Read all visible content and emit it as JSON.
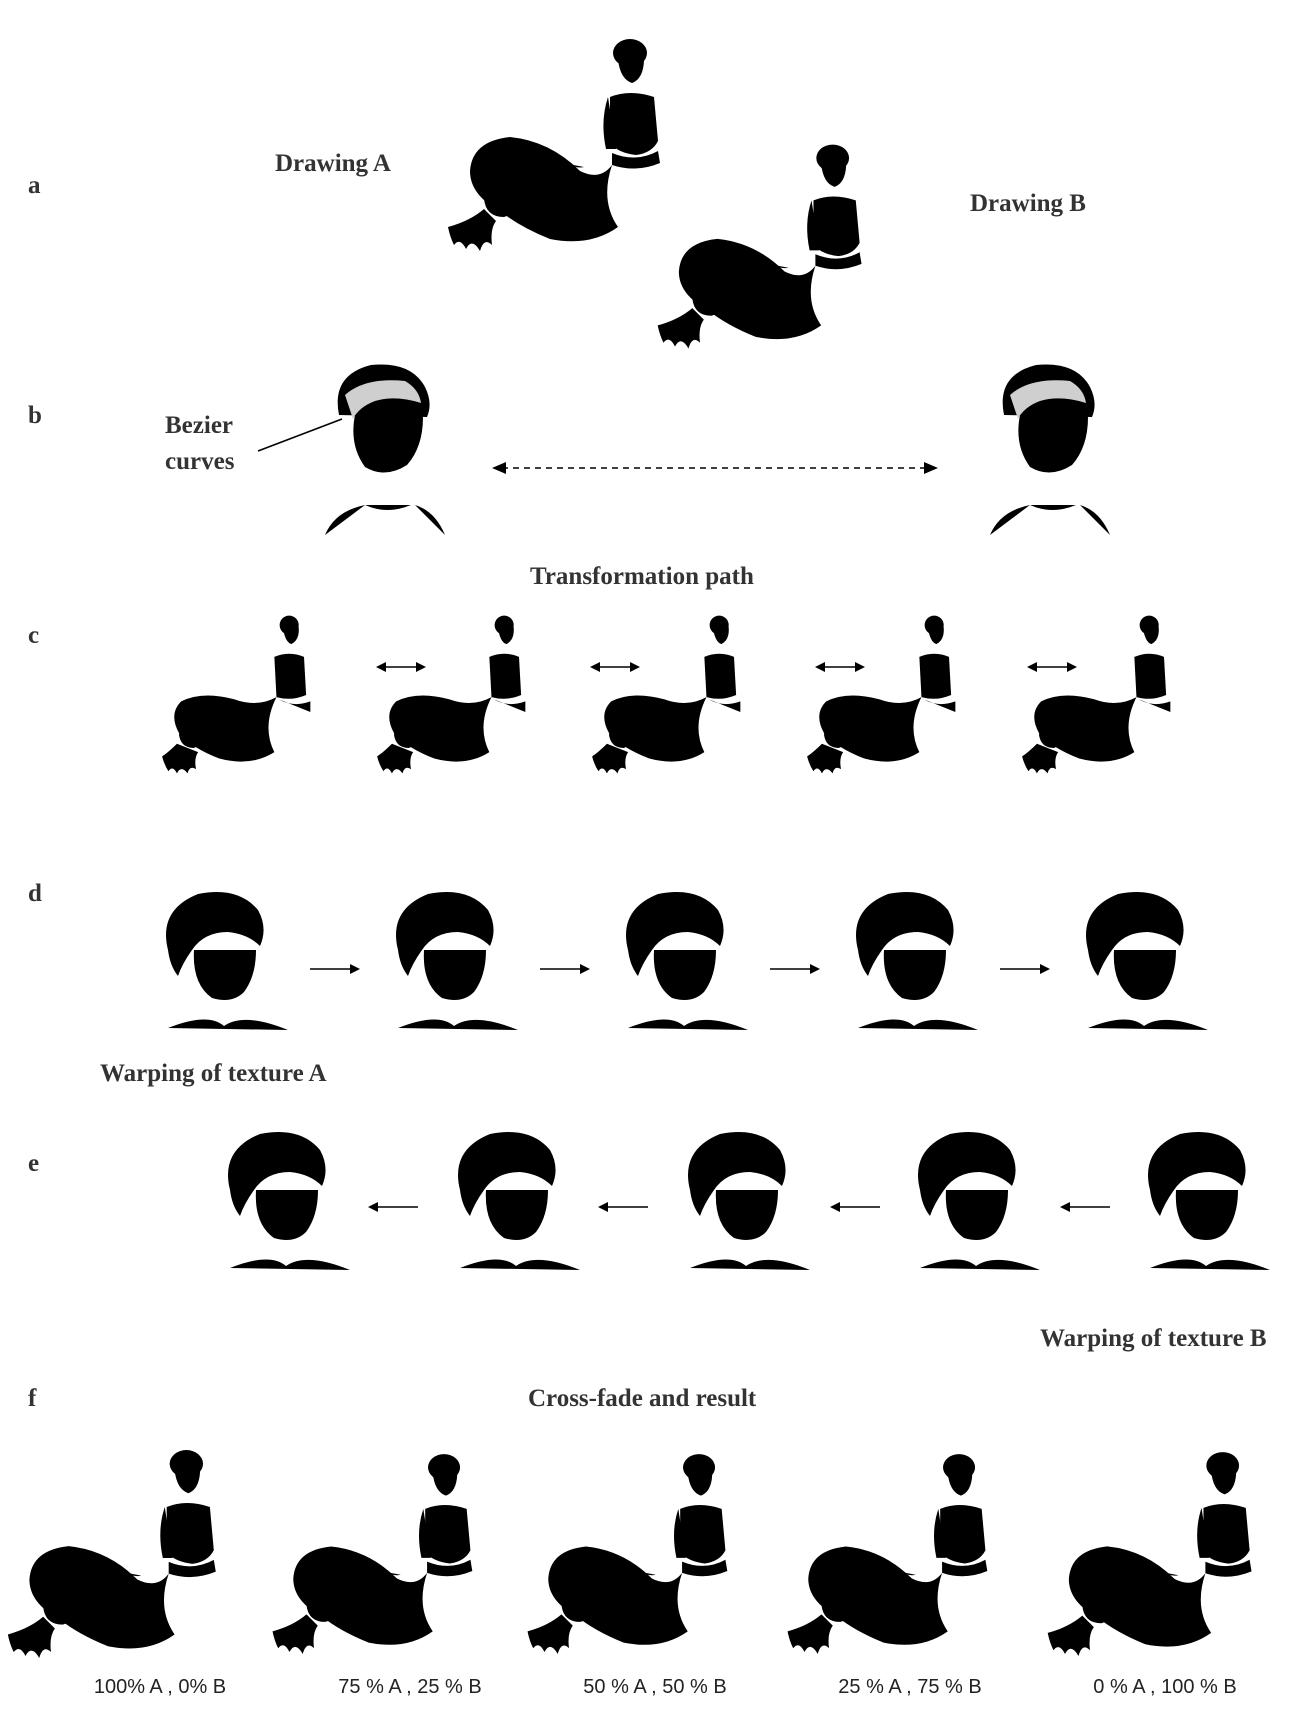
{
  "rows": {
    "a": "a",
    "b": "b",
    "c": "c",
    "d": "d",
    "e": "e",
    "f": "f"
  },
  "labels": {
    "drawing_a": "Drawing A",
    "drawing_b": "Drawing B",
    "bezier_line1": "Bezier",
    "bezier_line2": "curves",
    "transformation_path": "Transformation path",
    "warping_a": "Warping of texture A",
    "warping_b": "Warping of texture B",
    "crossfade": "Cross-fade and result"
  },
  "percentages": [
    "100% A , 0% B",
    "75 % A , 25 % B",
    "50 % A , 50 % B",
    "25 % A , 75 % B",
    "0 % A , 100 % B"
  ],
  "colors": {
    "curve_green": "#3bb33b",
    "curve_magenta": "#c43fc4",
    "curve_red": "#e01919",
    "curve_cyan": "#3fb8c9",
    "curve_blue": "#3a3ab0"
  }
}
